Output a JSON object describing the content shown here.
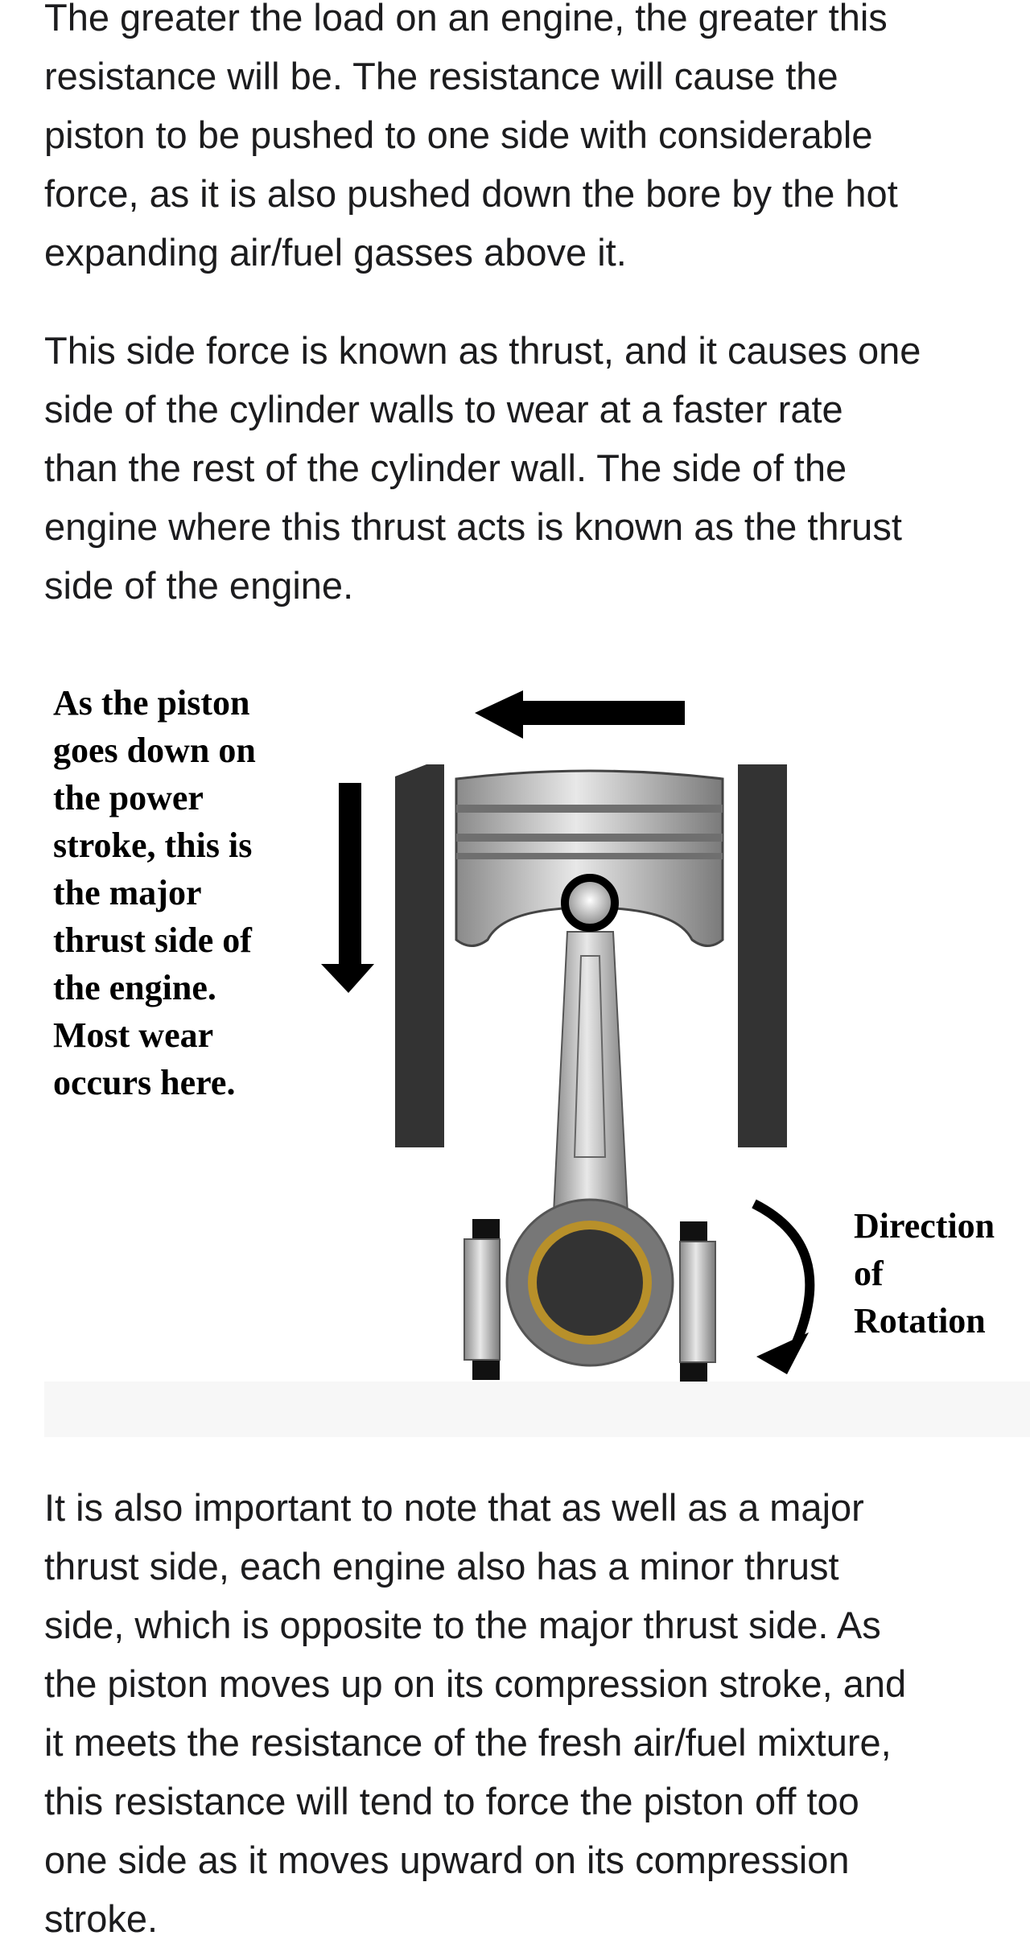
{
  "article": {
    "paragraph1": [
      "The greater the load on an engine, the greater this",
      "resistance will be. The resistance will cause the",
      "piston to be pushed to one side with considerable",
      "force, as it is also pushed down the bore by the hot",
      "expanding air/fuel gasses above it."
    ],
    "paragraph2": [
      "This side force is known as thrust, and it causes one",
      "side of the cylinder walls to wear at a faster rate",
      "than the rest of the cylinder wall. The side of the",
      "engine where this thrust acts is known as the thrust",
      "side of the engine."
    ],
    "paragraph3": [
      "It is also important to note that as well as a major",
      "thrust side, each engine also has a minor thrust",
      "side, which is opposite to the major thrust side. As",
      "the piston moves up on its compression stroke, and",
      "it meets the resistance of the fresh air/fuel mixture,",
      "this resistance will tend to force the piston off too",
      "one side as it moves upward on its compression",
      "stroke."
    ]
  },
  "diagram": {
    "left_label": [
      "As the piston",
      "goes down on",
      "the power",
      "stroke, this is",
      "the major",
      "thrust side of",
      "the engine.",
      "Most wear",
      "occurs here."
    ],
    "right_label": [
      "Direction",
      "of",
      "Rotation"
    ],
    "colors": {
      "wall": "#333333",
      "bearing": "#b8902a",
      "metal": "#c0c0c0"
    }
  }
}
